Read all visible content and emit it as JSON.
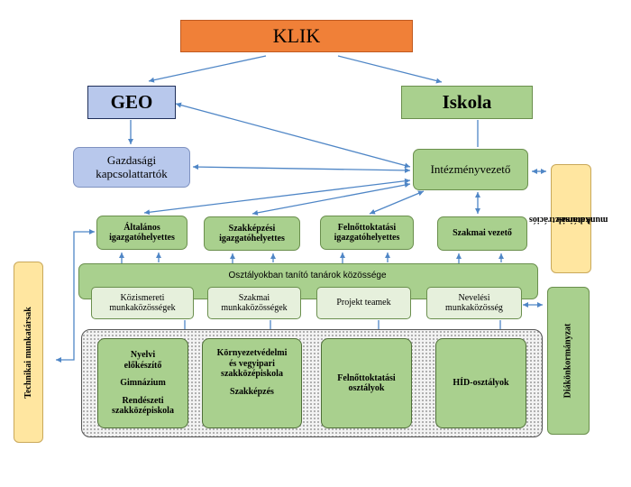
{
  "top": {
    "klik": "KLIK"
  },
  "level2": {
    "geo": "GEO",
    "iskola": "Iskola"
  },
  "level3": {
    "gazdasagi_line1": "Gazdasági",
    "gazdasagi_line2": "kapcsolattartók",
    "intezmenyvezeto": "Intézményvezető"
  },
  "deputies": {
    "altalanos_line1": "Általános",
    "altalanos_line2": "igazgatóhelyettes",
    "szakkepzesi_line1": "Szakképzési",
    "szakkepzesi_line2": "igazgatóhelyettes",
    "felnott_line1": "Felnőttoktatási",
    "felnott_line2": "igazgatóhelyettes",
    "szakmai_vezeto": "Szakmai vezető"
  },
  "band": {
    "label": "Osztályokban tanító tanárok közössége"
  },
  "communities": {
    "kozismereti_line1": "Közismereti",
    "kozismereti_line2": "munkaközösségek",
    "szakmai_line1": "Szakmai",
    "szakmai_line2": "munkaközösségek",
    "projekt": "Projekt teamek",
    "neveles_line1": "Nevelési",
    "neveles_line2": "munkaközösség"
  },
  "classes": {
    "nyelvi_line1": "Nyelvi",
    "nyelvi_line2": "előkészítő",
    "gimnazium": "Gimnázium",
    "rendeszeti_line1": "Rendészeti",
    "rendeszeti_line2": "szakközépiskola",
    "kornyezet_line1": "Környezetvédelmi",
    "kornyezet_line2": "és vegyipari",
    "kornyezet_line3": "szakközépiskola",
    "szakkepzes": "Szakképzés",
    "felnott_line1": "Felnőttoktatási",
    "felnott_line2": "osztályok",
    "hid": "HÍD-osztályok"
  },
  "side": {
    "technikai": "Technikai munkatársak",
    "admin_line1": "Adminisztrációs",
    "admin_line2": "munkatársak",
    "diakonkormanyzat": "Diákönkormányzat"
  },
  "colors": {
    "klik": "#f08038",
    "geo": "#b8c8ec",
    "green": "#a9d08e",
    "yellow": "#ffe6a0",
    "arrow": "#4f86c6"
  }
}
